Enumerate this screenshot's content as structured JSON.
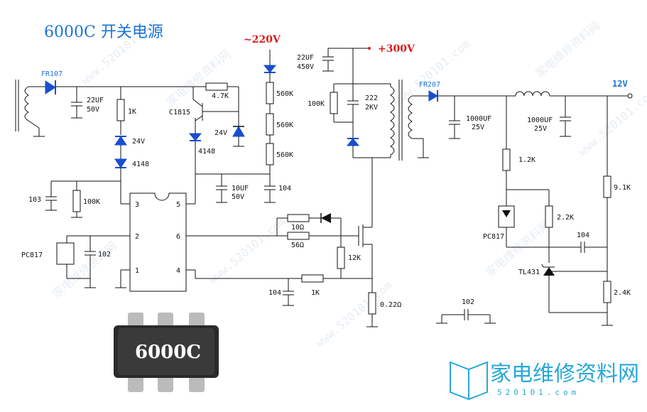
{
  "title": "6000C 开关电源",
  "chip_marking": "6000C",
  "voltage_labels": {
    "ac_in": "~220V",
    "dc_bus": "+300V",
    "out": "12V"
  },
  "diode_labels": {
    "fr107": "FR107",
    "fr207": "FR207",
    "d4148_a": "4148",
    "d4148_b": "4148",
    "zener_a": "24V",
    "zener_b": "24V"
  },
  "transistor_labels": {
    "q": "C1815"
  },
  "capacitor_labels": {
    "c_22uf": "22UF",
    "c_22uf_v": "50V",
    "c_10uf": "10UF",
    "c_10uf_v": "50V",
    "c_104a": "104",
    "c_103": "103",
    "c_102a": "102",
    "c_bus": "22UF",
    "c_bus_v": "450V",
    "c_222": "222",
    "c_222_v": "2KV",
    "c_104b": "104",
    "c_out1": "1000UF",
    "c_out1_v": "25V",
    "c_out2": "1000UF",
    "c_out2_v": "25V",
    "c_104c": "104",
    "c_102b": "102"
  },
  "resistor_labels": {
    "r1k": "1K",
    "r47k": "4.7K",
    "r560a": "560K",
    "r560b": "560K",
    "r560c": "560K",
    "r100k_a": "100K",
    "r100k_b": "100K",
    "r10": "10Ω",
    "r56": "56Ω",
    "r12k": "12K",
    "r1k_b": "1K",
    "r022": "0.22Ω",
    "r12k_b": "1.2K",
    "r22k": "2.2K",
    "r91k": "9.1K",
    "r24k": "2.4K"
  },
  "ic_labels": {
    "pin3": "3",
    "pin5": "5",
    "pin2": "2",
    "pin6": "6",
    "pin1": "1",
    "pin4": "4",
    "pc817_a": "PC817",
    "pc817_b": "PC817",
    "tl431": "TL431"
  },
  "watermark": {
    "brand": "家电维修资料网",
    "site": "520101.com",
    "wm_text": "家电维修资料网",
    "wm_url": "www.520101.com"
  }
}
